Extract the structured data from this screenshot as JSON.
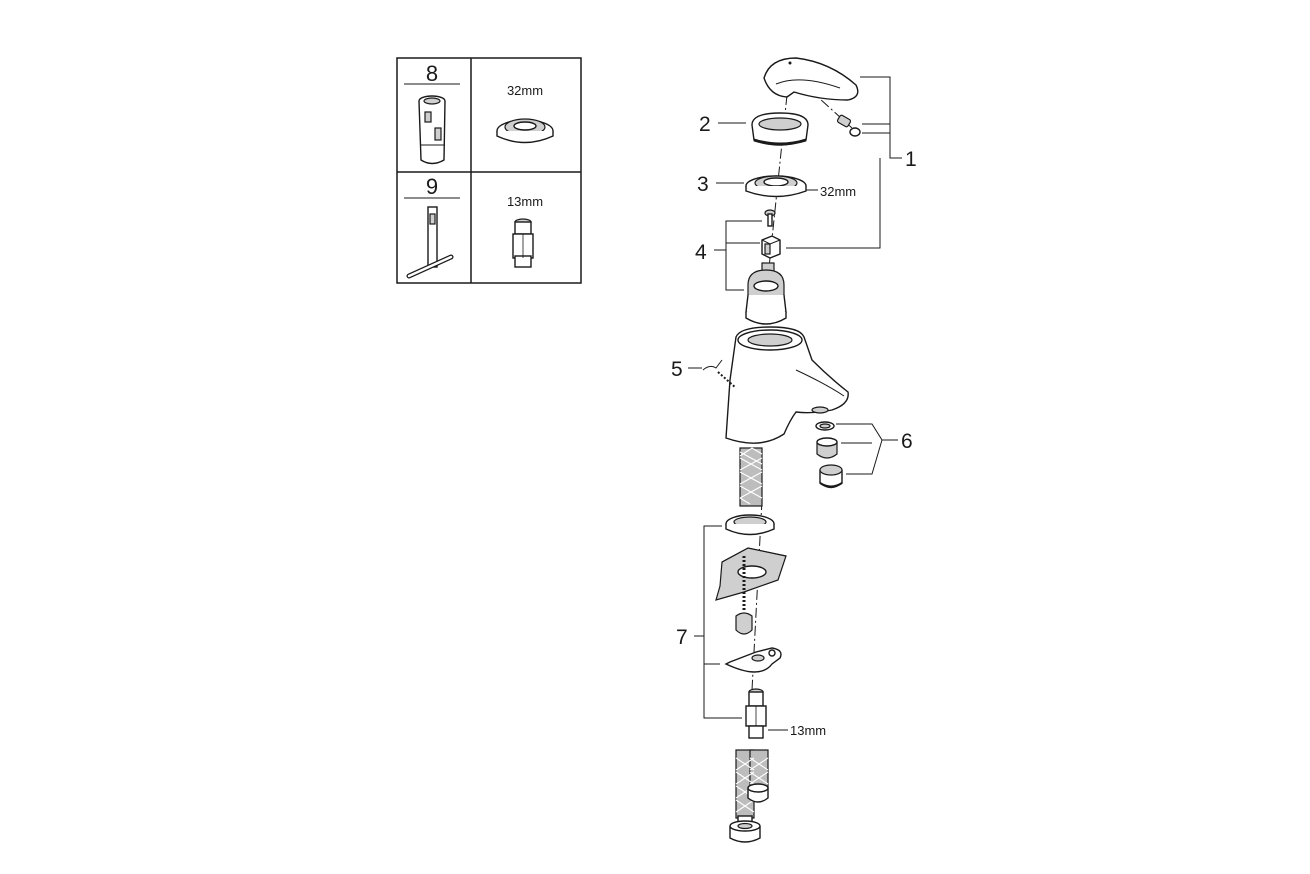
{
  "tools_table": {
    "rows": [
      {
        "number": "8",
        "size": "32mm"
      },
      {
        "number": "9",
        "size": "13mm"
      }
    ]
  },
  "callouts": [
    {
      "id": "1",
      "label": "1"
    },
    {
      "id": "2",
      "label": "2"
    },
    {
      "id": "3",
      "label": "3",
      "size": "32mm"
    },
    {
      "id": "4",
      "label": "4"
    },
    {
      "id": "5",
      "label": "5"
    },
    {
      "id": "6",
      "label": "6"
    },
    {
      "id": "7",
      "label": "7",
      "size": "13mm"
    }
  ],
  "colors": {
    "line": "#1a1a1a",
    "fill": "#ffffff",
    "shade": "#cfcfcf"
  }
}
